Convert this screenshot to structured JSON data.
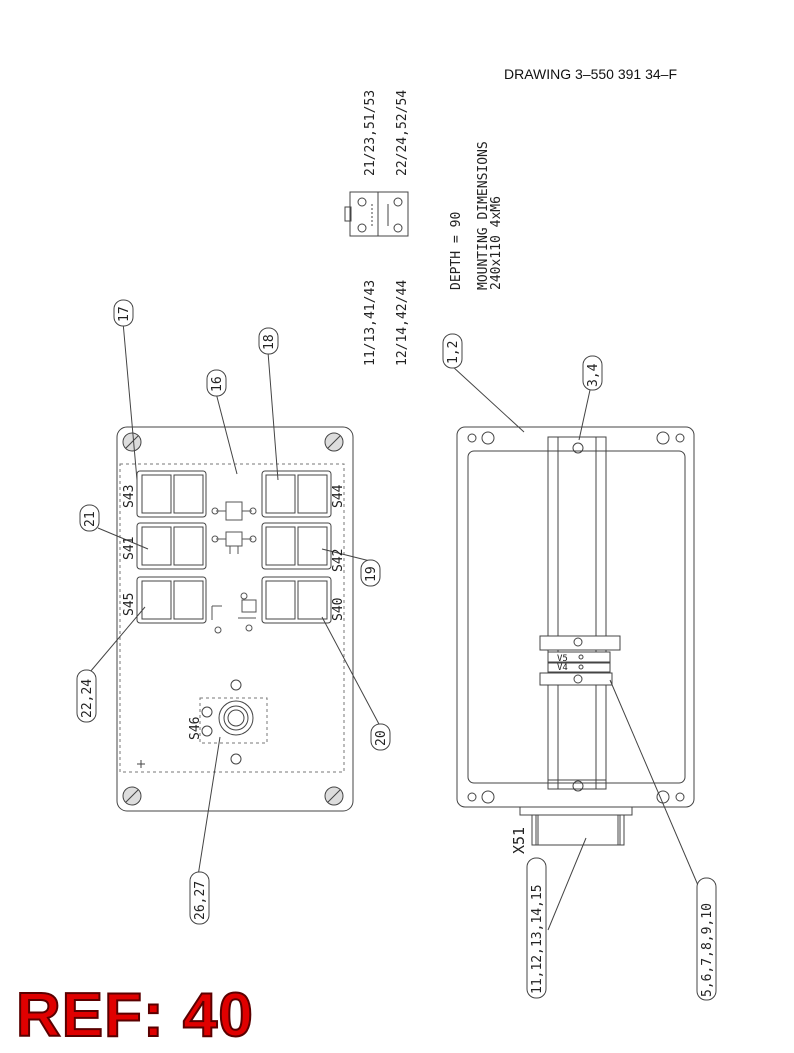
{
  "title": "DRAWING 3–550 391 34–F",
  "ref_stamp": "REF: 40",
  "notes": {
    "depth": "DEPTH = 90",
    "mounting_title": "MOUNTING DIMENSIONS",
    "mounting_values": "240x110 4xM6"
  },
  "contacts": {
    "no_top": "21/23,51/53",
    "no_bottom": "22/24,52/54",
    "nc_top": "11/13,41/43",
    "nc_bottom": "12/14,42/44"
  },
  "front_panel": {
    "switch_labels": {
      "s43": "S43",
      "s44": "S44",
      "s41": "S41",
      "s42": "S42",
      "s45": "S45",
      "s40": "S40",
      "s46": "S46"
    },
    "callouts": {
      "c17": "17",
      "c16": "16",
      "c18": "18",
      "c21": "21",
      "c19": "19",
      "c22_24": "22,24",
      "c20": "20",
      "c26_27": "26,27"
    }
  },
  "rear_view": {
    "connector": "X51",
    "indicators": {
      "v5": "V5",
      "v4": "V4"
    },
    "callouts": {
      "c1_2": "1,2",
      "c3_4": "3,4",
      "c11_15": "11,12,13,14,15",
      "c5_10": "5,6,7,8,9,10"
    }
  }
}
